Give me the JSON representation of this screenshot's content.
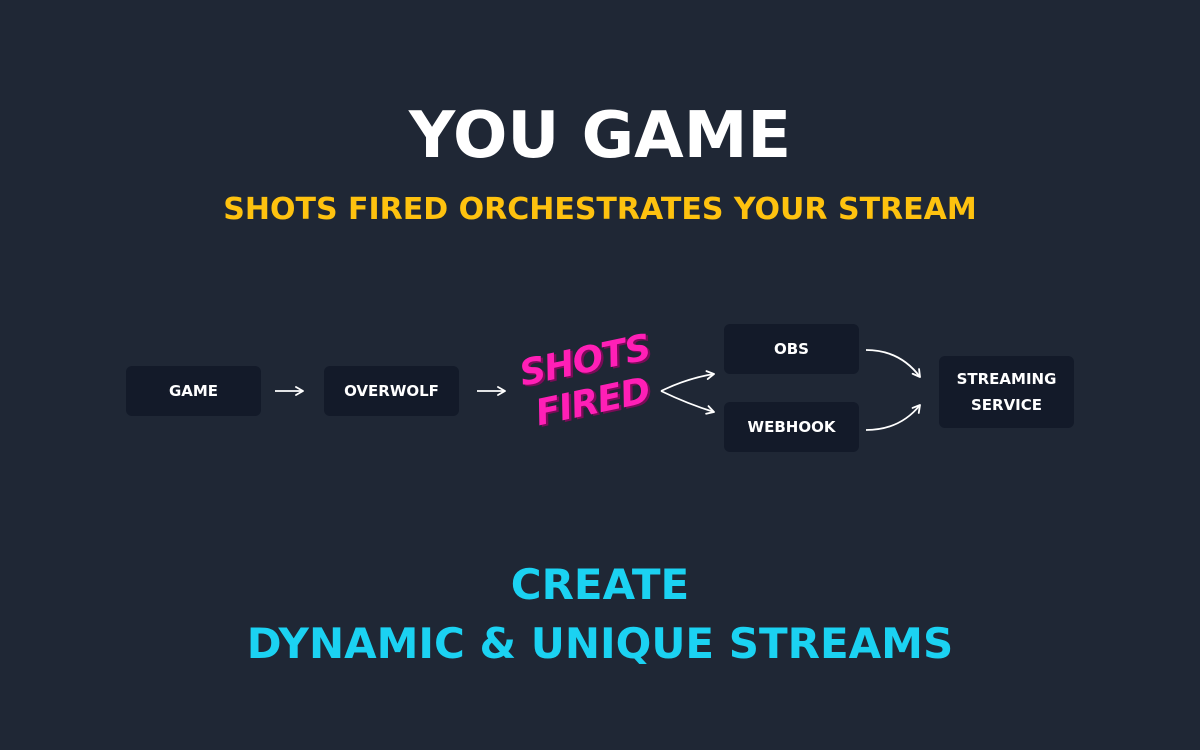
{
  "header": {
    "title": "YOU GAME",
    "subtitle": "SHOTS FIRED ORCHESTRATES YOUR STREAM"
  },
  "flow": {
    "game": "GAME",
    "overwolf": "OVERWOLF",
    "logo": {
      "line1": "SHOTS",
      "line2": "FIRED"
    },
    "obs": "OBS",
    "webhook": "WEBHOOK",
    "streaming": {
      "line1": "STREAMING",
      "line2": "SERVICE"
    }
  },
  "footer": {
    "line1": "CREATE",
    "line2": "DYNAMIC & UNIQUE STREAMS"
  },
  "colors": {
    "background": "#1f2735",
    "node": "#131a29",
    "title": "#ffffff",
    "subtitle": "#fec20f",
    "logo": "#ff1fb6",
    "footer": "#1bd2f2"
  }
}
